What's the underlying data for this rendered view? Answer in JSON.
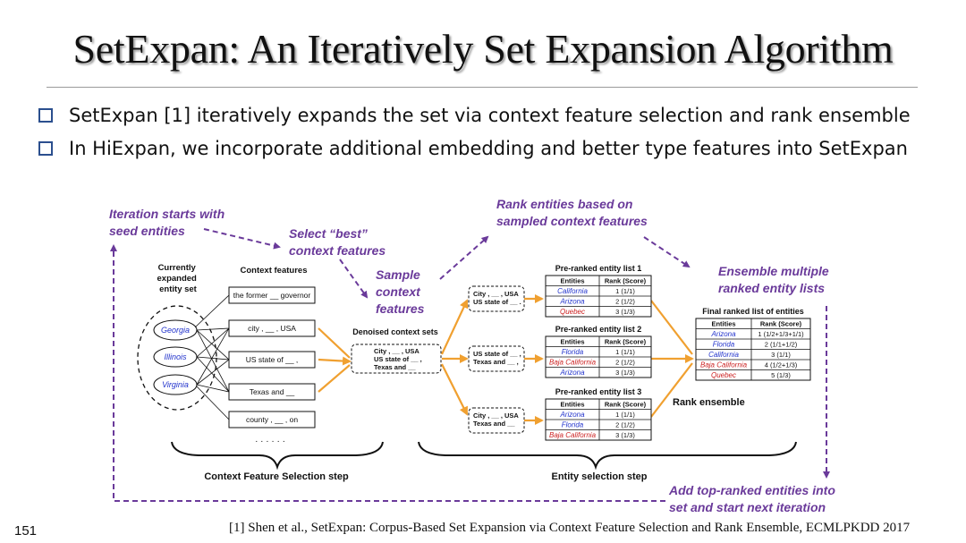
{
  "slide": {
    "title": "SetExpan: An Iteratively Set Expansion Algorithm",
    "bullets": [
      "SetExpan [1] iteratively expands the set via context feature selection and rank ensemble",
      "In HiExpan, we incorporate additional embedding and better type features into SetExpan"
    ],
    "slide_number": "151",
    "footnote": "[1] Shen et al., SetExpan: Corpus-Based Set Expansion via Context Feature Selection and Rank Ensemble, ECMLPKDD 2017"
  },
  "diagram": {
    "annotations": {
      "iteration_start": [
        "Iteration starts with",
        "seed entities"
      ],
      "select_best": [
        "Select “best”",
        "context features"
      ],
      "sample_context": [
        "Sample",
        "context",
        "features"
      ],
      "rank_entities": [
        "Rank entities based on",
        "sampled context features"
      ],
      "ensemble": [
        "Ensemble multiple",
        "ranked entity lists"
      ],
      "add_top": [
        "Add top-ranked entities into",
        "set and start next iteration"
      ]
    },
    "entity_set_header": [
      "Currently",
      "expanded",
      "entity set"
    ],
    "seed_entities": [
      "Georgia",
      "Illinois",
      "Virginia"
    ],
    "context_features_header": "Context features",
    "context_features": [
      "the former __ governor",
      "city , __ , USA",
      "US state of __ ,",
      "Texas and __",
      "county , __ , on"
    ],
    "context_features_more": "· · · · · ·",
    "denoised_header": "Denoised context sets",
    "denoised_contents": [
      "City , __ , USA",
      "US state of __ ,",
      "Texas and __"
    ],
    "sampled_sets": [
      [
        "City , __ , USA",
        "US state of __ ."
      ],
      [
        "US state of __ ,",
        "Texas and __ ,"
      ],
      [
        "City , __ , USA",
        "Texas and __"
      ]
    ],
    "preranked_lists": [
      {
        "title": "Pre-ranked entity list 1",
        "headers": [
          "Entities",
          "Rank (Score)"
        ],
        "rows": [
          {
            "entity": "California",
            "rank": "1 (1/1)",
            "color": "#2233cc"
          },
          {
            "entity": "Arizona",
            "rank": "2 (1/2)",
            "color": "#2233cc"
          },
          {
            "entity": "Quebec",
            "rank": "3 (1/3)",
            "color": "#cc2222"
          }
        ]
      },
      {
        "title": "Pre-ranked entity list 2",
        "headers": [
          "Entities",
          "Rank (Score)"
        ],
        "rows": [
          {
            "entity": "Florida",
            "rank": "1 (1/1)",
            "color": "#2233cc"
          },
          {
            "entity": "Baja California",
            "rank": "2 (1/2)",
            "color": "#cc2222"
          },
          {
            "entity": "Arizona",
            "rank": "3 (1/3)",
            "color": "#2233cc"
          }
        ]
      },
      {
        "title": "Pre-ranked entity list 3",
        "headers": [
          "Entities",
          "Rank (Score)"
        ],
        "rows": [
          {
            "entity": "Arizona",
            "rank": "1 (1/1)",
            "color": "#2233cc"
          },
          {
            "entity": "Florida",
            "rank": "2 (1/2)",
            "color": "#2233cc"
          },
          {
            "entity": "Baja California",
            "rank": "3 (1/3)",
            "color": "#cc2222"
          }
        ]
      }
    ],
    "final_list": {
      "title": "Final ranked list of entities",
      "headers": [
        "Entities",
        "Rank (Score)"
      ],
      "rows": [
        {
          "entity": "Arizona",
          "rank": "1 (1/2+1/3+1/1)",
          "color": "#2233cc"
        },
        {
          "entity": "Florida",
          "rank": "2 (1/1+1/2)",
          "color": "#2233cc"
        },
        {
          "entity": "California",
          "rank": "3 (1/1)",
          "color": "#2233cc"
        },
        {
          "entity": "Baja California",
          "rank": "4 (1/2+1/3)",
          "color": "#cc2222"
        },
        {
          "entity": "Quebec",
          "rank": "5 (1/3)",
          "color": "#cc2222"
        }
      ]
    },
    "rank_ensemble_label": "Rank ensemble",
    "context_feature_step": "Context Feature Selection step",
    "entity_selection_step": "Entity selection step",
    "colors": {
      "annotation": "#6a3a9a",
      "arrow": "#f0a030",
      "entity_blue": "#2233cc",
      "entity_red": "#cc2222"
    }
  }
}
